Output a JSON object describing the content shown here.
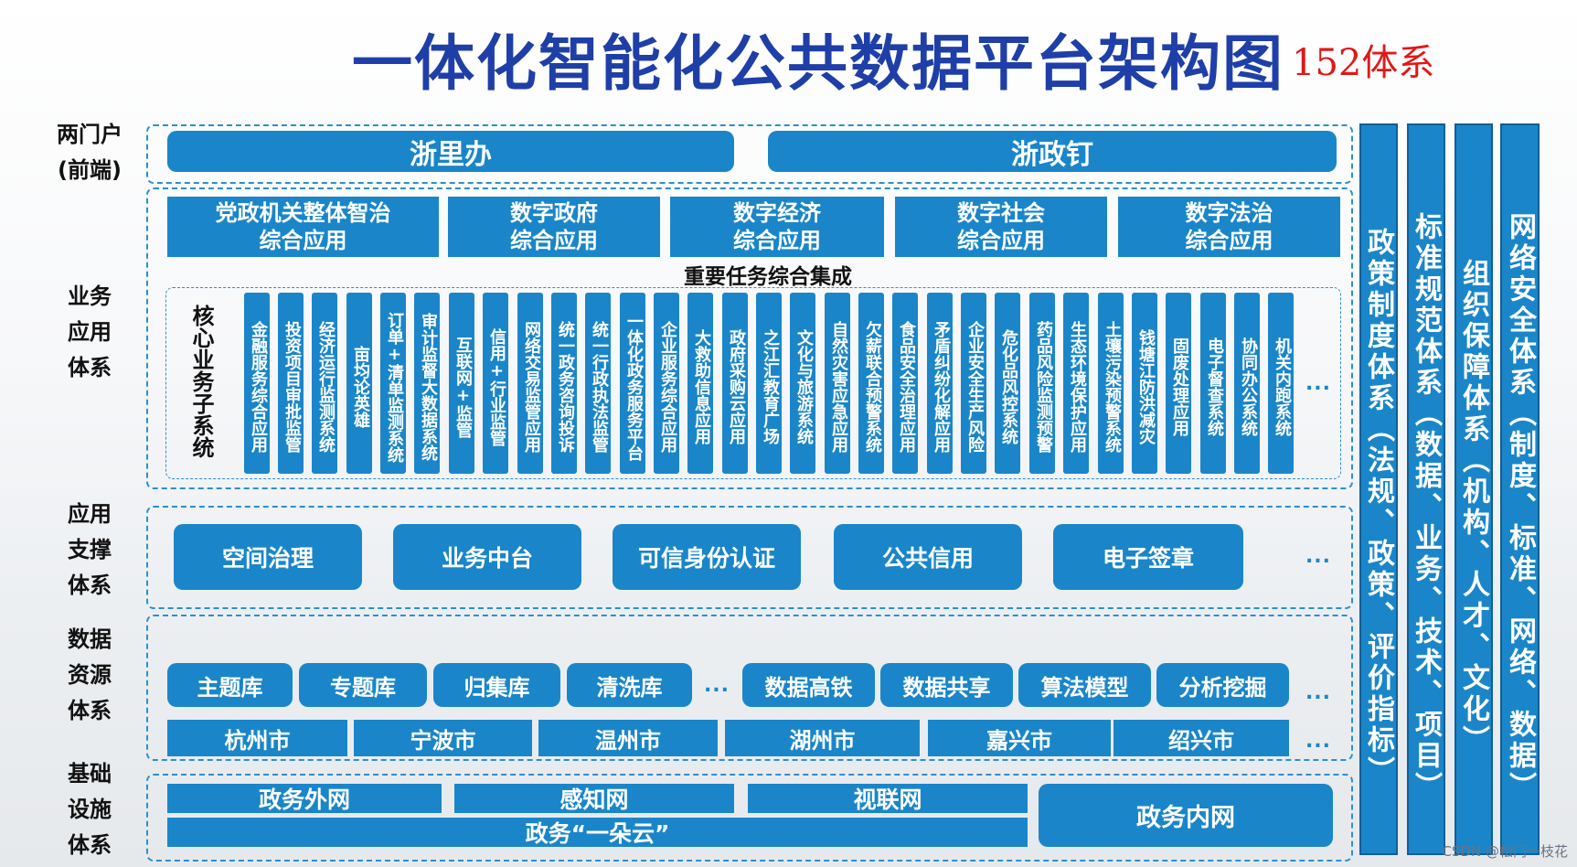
{
  "title": "一体化智能化公共数据平台架构图",
  "subtitle": "152体系",
  "row_labels": {
    "portal": [
      "两门户",
      "(前端)"
    ],
    "business": [
      "业务",
      "应用",
      "体系"
    ],
    "support": [
      "应用",
      "支撑",
      "体系"
    ],
    "data": [
      "数据",
      "资源",
      "体系"
    ],
    "infra": [
      "基础",
      "设施",
      "体系"
    ]
  },
  "portals": [
    "浙里办",
    "浙政钉"
  ],
  "comprehensive_apps": [
    [
      "党政机关整体智治",
      "综合应用"
    ],
    [
      "数字政府",
      "综合应用"
    ],
    [
      "数字经济",
      "综合应用"
    ],
    [
      "数字社会",
      "综合应用"
    ],
    [
      "数字法治",
      "综合应用"
    ]
  ],
  "integration_label": "重要任务综合集成",
  "core_label": "核心业务子系统",
  "subsystems": [
    "金融服务综合应用",
    "投资项目审批监管",
    "经济运行监测系统",
    "亩均论英雄",
    "订单+清单监测系统",
    "审计监督大数据系统",
    "互联网+监管",
    "信用+行业监管",
    "网络交易监管应用",
    "统一政务咨询投诉",
    "统一行政执法监管",
    "一体化政务服务平台",
    "企业服务综合应用",
    "大救助信息应用",
    "政府采购云应用",
    "之江汇教育广场",
    "文化与旅游系统",
    "自然灾害应急应用",
    "欠薪联合预警系统",
    "食品安全治理应用",
    "矛盾纠纷化解应用",
    "企业安全生产风险",
    "危化品风控系统",
    "药品风险监测预警",
    "生态环境保护应用",
    "土壤污染预警系统",
    "钱塘江防洪减灾",
    "固废处理应用",
    "电子督查系统",
    "协同办公系统",
    "机关内跑系统"
  ],
  "ellipsis": "...",
  "support_items": [
    "空间治理",
    "业务中台",
    "可信身份认证",
    "公共信用",
    "电子签章"
  ],
  "data_row1_left": [
    "主题库",
    "专题库",
    "归集库",
    "清洗库"
  ],
  "data_row1_right": [
    "数据高铁",
    "数据共享",
    "算法模型",
    "分析挖掘"
  ],
  "cities": [
    "杭州市",
    "宁波市",
    "温州市",
    "湖州市",
    "嘉兴市",
    "绍兴市"
  ],
  "infra": {
    "nets": [
      "政务外网",
      "感知网",
      "视联网"
    ],
    "cloud": "政务“一朵云”",
    "intranet": "政务内网"
  },
  "side_bars": [
    "政策制度体系（法规、政策、评价指标）",
    "标准规范体系（数据、业务、技术、项目）",
    "组织保障体系（机构、人才、文化）",
    "网络安全体系（制度、标准、网络、数据）"
  ],
  "watermark": "CSDN @松门一枝花",
  "colors": {
    "title": "#1f3fa8",
    "subtitle": "#e01818",
    "box": "#1a86c9",
    "border": "#2b8fd0"
  }
}
